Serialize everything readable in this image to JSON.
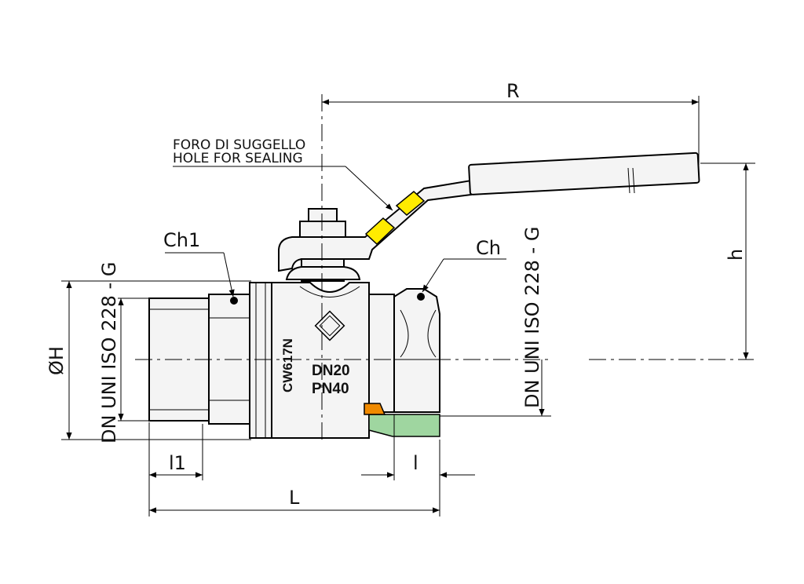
{
  "labels": {
    "r": "R",
    "h": "h",
    "oh": "ØH",
    "l": "L",
    "l1": "l1",
    "l_small": "l",
    "ch": "Ch",
    "ch1": "Ch1",
    "note_it": "FORO DI SUGGELLO",
    "note_en": "HOLE FOR SEALING",
    "thread_left": "DN UNI ISO 228 - G",
    "thread_right": "DN UNI ISO 228 - G",
    "material": "CW617N",
    "dn": "DN20",
    "pn": "PN40"
  },
  "colors": {
    "line": "#000000",
    "body_fill": "#f4f4f4",
    "seal_yellow": "#ffeb00",
    "gasket_green": "#9fd6a0",
    "seal_orange": "#f08a00"
  }
}
